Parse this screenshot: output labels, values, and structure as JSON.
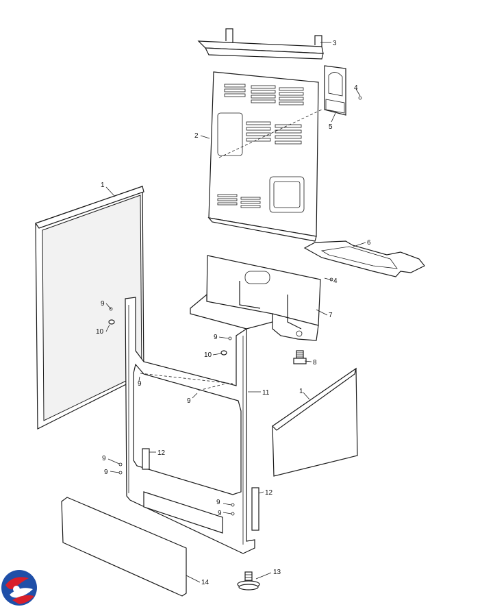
{
  "callouts": [
    {
      "id": "c1a",
      "text": "1"
    },
    {
      "id": "c1b",
      "text": "1"
    },
    {
      "id": "c2",
      "text": "2"
    },
    {
      "id": "c3",
      "text": "3"
    },
    {
      "id": "c4a",
      "text": "4"
    },
    {
      "id": "c4b",
      "text": "4"
    },
    {
      "id": "c5",
      "text": "5"
    },
    {
      "id": "c6",
      "text": "6"
    },
    {
      "id": "c7",
      "text": "7"
    },
    {
      "id": "c8",
      "text": "8"
    },
    {
      "id": "c9a",
      "text": "9"
    },
    {
      "id": "c9b",
      "text": "9"
    },
    {
      "id": "c9c",
      "text": "9"
    },
    {
      "id": "c9d",
      "text": "9"
    },
    {
      "id": "c9e",
      "text": "9"
    },
    {
      "id": "c9f",
      "text": "9"
    },
    {
      "id": "c9g",
      "text": "9"
    },
    {
      "id": "c9h",
      "text": "9"
    },
    {
      "id": "c10a",
      "text": "10"
    },
    {
      "id": "c10b",
      "text": "10"
    },
    {
      "id": "c11",
      "text": "11"
    },
    {
      "id": "c12a",
      "text": "12"
    },
    {
      "id": "c12b",
      "text": "12"
    },
    {
      "id": "c13",
      "text": "13"
    },
    {
      "id": "c14",
      "text": "14"
    }
  ],
  "logo": {
    "icon": "brand-swirl-logo",
    "colors": [
      "#1f4fa8",
      "#d81f2a"
    ]
  }
}
